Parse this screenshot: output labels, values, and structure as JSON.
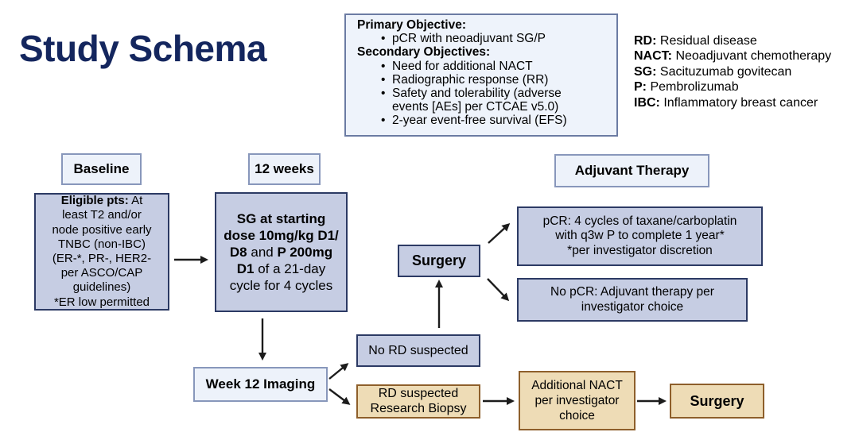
{
  "title": "Study Schema",
  "objectives": {
    "lines": [
      {
        "type": "heading",
        "text": "Primary Objective:"
      },
      {
        "type": "bullet",
        "text": "pCR with neoadjuvant SG/P"
      },
      {
        "type": "heading",
        "text": "Secondary Objectives:"
      },
      {
        "type": "bullet",
        "text": "Need for additional NACT"
      },
      {
        "type": "bullet",
        "text": "Radiographic response (RR)"
      },
      {
        "type": "bullet",
        "text": "Safety and tolerability (adverse\nevents [AEs] per CTCAE v5.0)"
      },
      {
        "type": "bullet",
        "text": "2-year event-free survival (EFS)"
      }
    ]
  },
  "legend": {
    "items": [
      {
        "abbr": "RD:",
        "def": "Residual disease"
      },
      {
        "abbr": "NACT:",
        "def": "Neoadjuvant chemotherapy"
      },
      {
        "abbr": "SG:",
        "def": "Sacituzumab govitecan"
      },
      {
        "abbr": "P:",
        "def": "Pembrolizumab"
      },
      {
        "abbr": "IBC:",
        "def": "Inflammatory breast cancer"
      }
    ]
  },
  "headers": {
    "baseline": "Baseline",
    "twelve_weeks": "12 weeks",
    "adjuvant": "Adjuvant Therapy",
    "week12_imaging": "Week 12 Imaging"
  },
  "boxes": {
    "eligible": {
      "segments": [
        {
          "t": "Eligible pts:",
          "b": true
        },
        {
          "t": " At\nleast T2 and/or\nnode positive early\nTNBC (non-IBC)\n(ER-*, PR-, HER2-\nper ASCO/CAP\nguidelines)\n*ER low permitted",
          "b": false
        }
      ]
    },
    "sg": {
      "segments": [
        {
          "t": "SG at starting\ndose 10mg/kg D1/\nD8",
          "b": true
        },
        {
          "t": " and ",
          "b": false
        },
        {
          "t": "P 200mg\nD1",
          "b": true
        },
        {
          "t": " of a 21-day\ncycle for 4 cycles",
          "b": false
        }
      ]
    },
    "surgery": "Surgery",
    "pcr": "pCR: 4 cycles of taxane/carboplatin\nwith q3w P to complete 1 year*\n*per investigator discretion",
    "no_pcr": "No pCR: Adjuvant therapy per\ninvestigator choice",
    "no_rd": "No RD suspected",
    "rd": "RD suspected\nResearch Biopsy",
    "additional_nact": "Additional NACT\nper investigator\nchoice",
    "surgery_tan": "Surgery"
  },
  "colors": {
    "title": "#14265e",
    "lavender_fill": "#c6cde3",
    "lavender_border": "#2c3a64",
    "tan_fill": "#eedcb6",
    "tan_border": "#8e5f2b",
    "header_fill": "#edf2fa",
    "header_border": "#8897bb",
    "objectives_fill": "#eef3fb",
    "objectives_border": "#6b7ba3",
    "arrow": "#1c1c1c"
  }
}
